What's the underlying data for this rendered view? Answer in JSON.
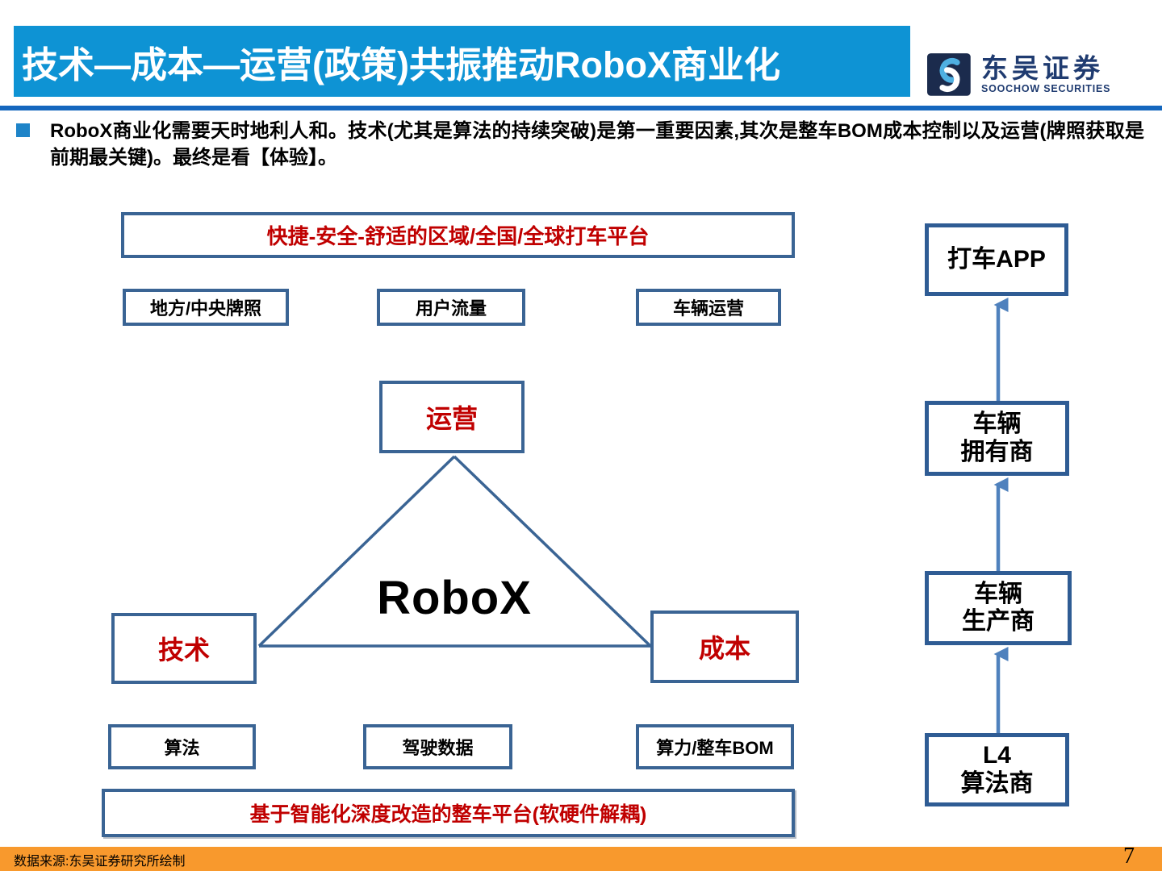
{
  "header": {
    "title": "技术—成本—运营(政策)共振推动RoboX商业化",
    "logo": {
      "name_cn": "东吴证券",
      "name_en": "SOOCHOW SECURITIES"
    }
  },
  "bullet": {
    "text": "RoboX商业化需要天时地利人和。技术(尤其是算法的持续突破)是第一重要因素,其次是整车BOM成本控制以及运营(牌照获取是前期最关键)。最终是看【体验】。"
  },
  "diagram": {
    "platform_top": "快捷-安全-舒适的区域/全国/全球打车平台",
    "operation_factors": {
      "license": "地方/中央牌照",
      "traffic": "用户流量",
      "vehicle_op": "车辆运营"
    },
    "triangle": {
      "top": "运营",
      "left": "技术",
      "right": "成本",
      "center": "RoboX"
    },
    "tech_factors": {
      "algorithm": "算法",
      "driving_data": "驾驶数据",
      "compute_bom": "算力/整车BOM"
    },
    "platform_bottom": "基于智能化深度改造的整车平台(软硬件解耦)",
    "value_chain": {
      "app": {
        "line1": "打车APP",
        "line2": ""
      },
      "owner": {
        "line1": "车辆",
        "line2": "拥有商"
      },
      "maker": {
        "line1": "车辆",
        "line2": "生产商"
      },
      "l4": {
        "line1": "L4",
        "line2": "算法商"
      }
    }
  },
  "footer": {
    "source": "数据来源:东吴证券研究所绘制",
    "page": "7"
  },
  "colors": {
    "header_blue": "#0E93D4",
    "divider_blue": "#1467BE",
    "box_border_blue": "#3A6494",
    "chain_border_blue": "#2F5C94",
    "arrow_blue": "#4F81BD",
    "accent_red": "#C00000",
    "footer_orange": "#F8992D",
    "logo_navy": "#1B2B4D"
  }
}
